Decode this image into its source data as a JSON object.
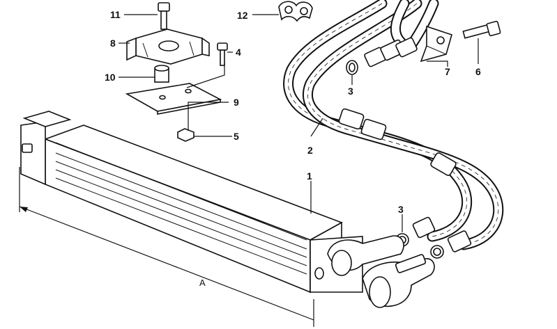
{
  "callouts": [
    {
      "id": "c11",
      "text": "11"
    },
    {
      "id": "c12",
      "text": "12"
    },
    {
      "id": "c8",
      "text": "8"
    },
    {
      "id": "c4",
      "text": "4"
    },
    {
      "id": "c10",
      "text": "10"
    },
    {
      "id": "c9",
      "text": "9"
    },
    {
      "id": "c5",
      "text": "5"
    },
    {
      "id": "c3a",
      "text": "3"
    },
    {
      "id": "c7",
      "text": "7"
    },
    {
      "id": "c6",
      "text": "6"
    },
    {
      "id": "c2",
      "text": "2"
    },
    {
      "id": "c1",
      "text": "1"
    },
    {
      "id": "c3b",
      "text": "3"
    }
  ],
  "dimension": {
    "label": "A"
  }
}
